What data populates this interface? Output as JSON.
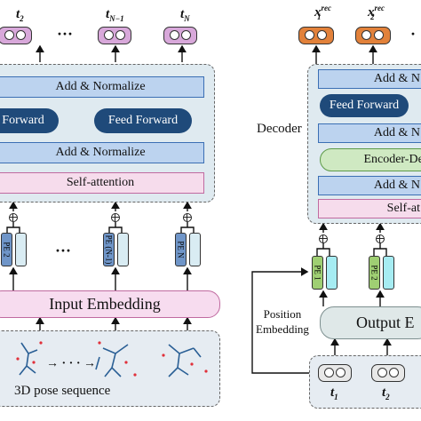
{
  "encoder": {
    "tokens": [
      {
        "base": "t",
        "sub": "2"
      },
      {
        "base": "t",
        "sub": "N−1"
      },
      {
        "base": "t",
        "sub": "N"
      }
    ],
    "ellipsis_top": "···",
    "ellipsis_pe": "···",
    "add_norm_top": "Add & Normalize",
    "feed_forward_1": "Forward",
    "feed_forward_2": "Feed Forward",
    "add_norm_mid": "Add & Normalize",
    "self_attention": "Self-attention",
    "pe_labels": [
      "PE 2",
      "PE (N-1)",
      "PE N"
    ],
    "input_embedding": "Input Embedding",
    "pose_label": "3D pose sequence",
    "pose_ellipsis": "→ · · · →"
  },
  "decoder": {
    "outputs": [
      {
        "base": "x",
        "sub": "1",
        "sup": "rec"
      },
      {
        "base": "x",
        "sub": "2",
        "sup": "rec"
      }
    ],
    "ellipsis": "·",
    "title": "Decoder",
    "add_norm_1": "Add & N",
    "feed_forward": "Feed Forward",
    "add_norm_2": "Add & N",
    "encoder_decoder": "Encoder-Dec",
    "add_norm_3": "Add & N",
    "self_attention": "Self-at",
    "pe_labels": [
      "PE 1",
      "PE 2"
    ],
    "position_embedding": "Position\nEmbedding",
    "output_embedding": "Output E",
    "inputs": [
      {
        "base": "t",
        "sub": "1"
      },
      {
        "base": "t",
        "sub": "2"
      }
    ]
  },
  "colors": {
    "norm": "#bcd3ef",
    "feed_forward": "#1f4a7a",
    "attention": "#f6dcec",
    "encoder_decoder": "#cfe9c2",
    "panel": "#dfeaf0",
    "token_purple": "#d8a8da",
    "token_orange": "#e2813a"
  },
  "icons": [
    "plus-circle-icon",
    "arrow-icon",
    "skeleton-icon"
  ]
}
